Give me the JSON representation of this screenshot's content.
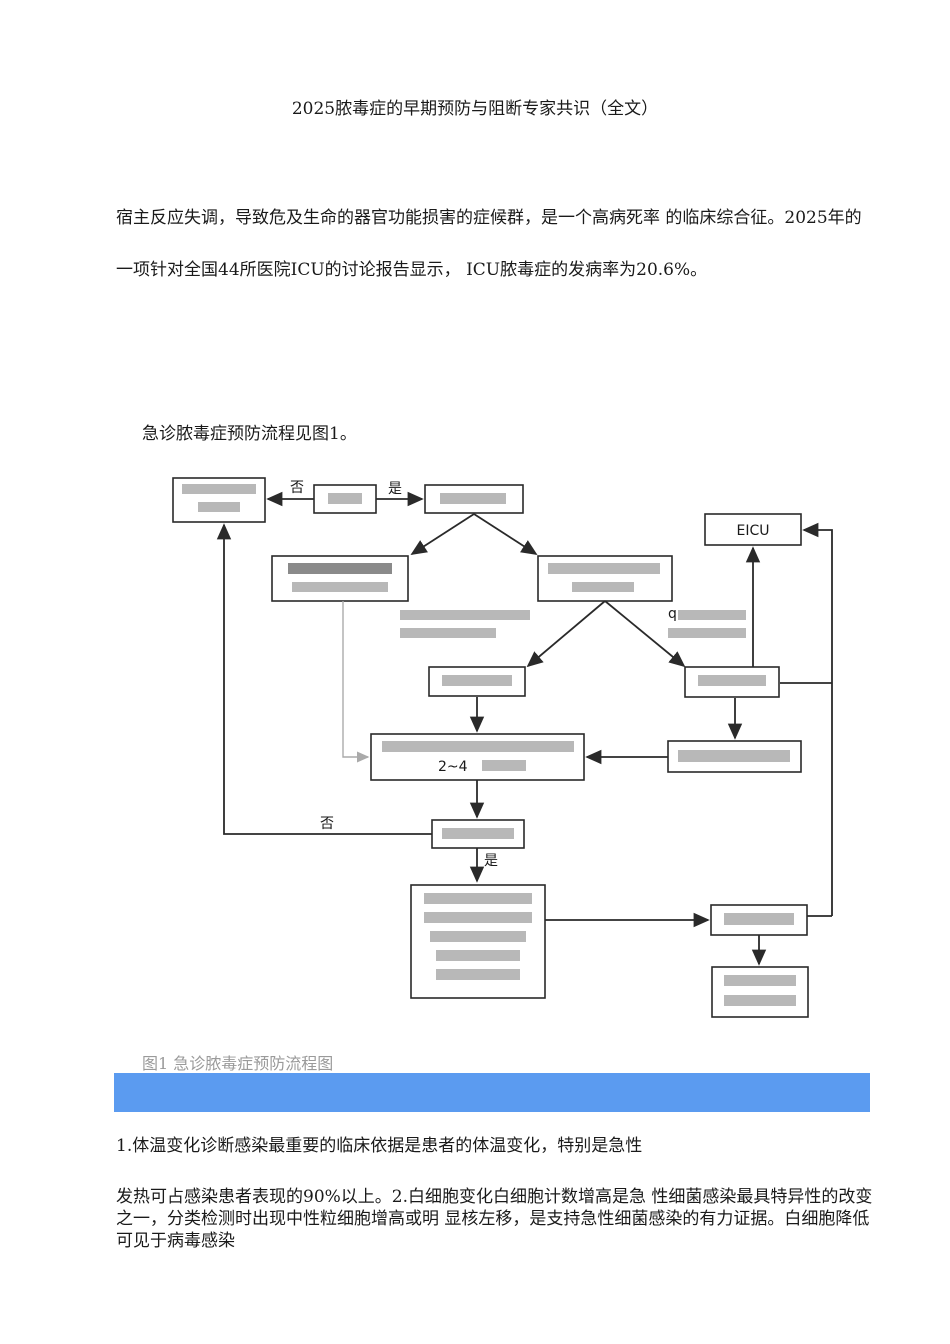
{
  "document": {
    "title": "2025脓毒症的早期预防与阻断专家共识（全文）",
    "para1": "宿主反应失调，导致危及生命的器官功能损害的症候群，是一个高病死率 的临床综合征。2025年的一项针对全国44所医院ICU的讨论报告显示， ICU脓毒症的发病率为20.6%。",
    "lead": "急诊脓毒症预防流程见图1。",
    "caption": "图1  急诊脓毒症预防流程图",
    "para2": "1.体温变化诊断感染最重要的临床依据是患者的体温变化，特别是急性",
    "para3": "发热可占感染患者表现的90%以上。2.白细胞变化白细胞计数增高是急 性细菌感染最具特异性的改变之一，分类检测时出现中性粒细胞增高或明 显核左移，是支持急性细菌感染的有力证据。白细胞降低可见于病毒感染"
  },
  "flowchart": {
    "no_top": "否",
    "yes_top": "是",
    "eicu": "EICU",
    "dose": "2~4",
    "q_label": "q",
    "no_mid": "否",
    "yes_mid": "是"
  },
  "colors": {
    "accent_bar": "#5b9bf0",
    "caption": "#9a9a9a"
  }
}
